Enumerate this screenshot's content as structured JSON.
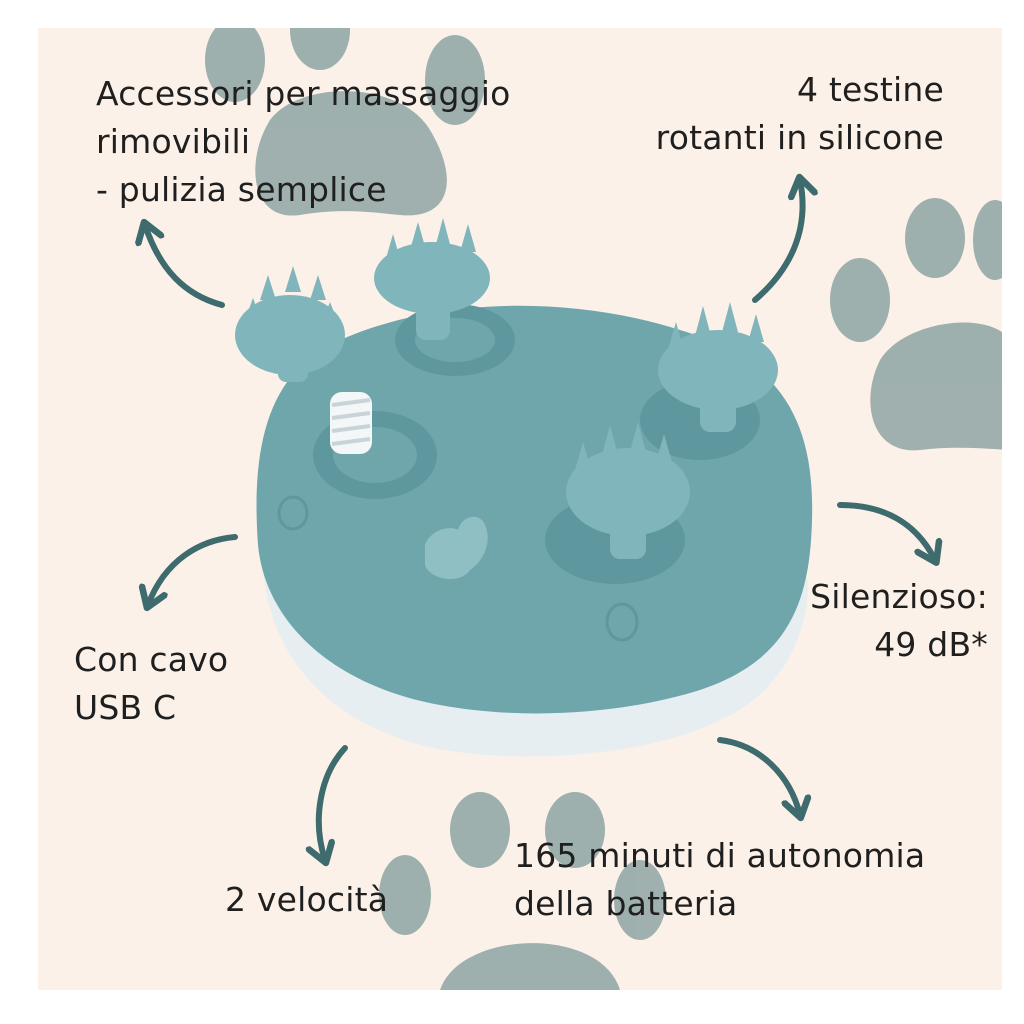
{
  "features": {
    "accessories": {
      "lines": [
        "Accessori per massaggio",
        "rimovibili",
        "- pulizia semplice"
      ]
    },
    "heads": {
      "lines": [
        "4 testine",
        "rotanti in silicone"
      ]
    },
    "cable": {
      "lines": [
        "Con cavo",
        "USB C"
      ]
    },
    "silent": {
      "lines": [
        "Silenzioso:",
        "49 dB*"
      ]
    },
    "speeds": {
      "lines": [
        "2 velocità"
      ]
    },
    "battery": {
      "lines": [
        "165 minuti di autonomia",
        "della batteria"
      ]
    }
  },
  "colors": {
    "background": "#fbf1e8",
    "paw": "#8ea5a3",
    "arrow": "#3e6b6e",
    "device_top": "#6fa6ac",
    "device_base": "#e6eef2",
    "brush": "#80b5bb"
  }
}
